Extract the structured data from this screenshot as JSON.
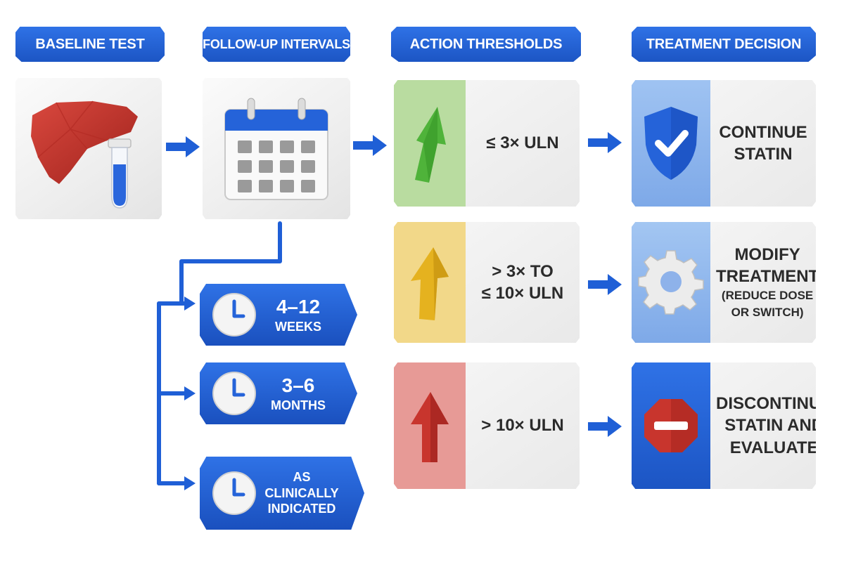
{
  "headers": {
    "baseline": "BASELINE TEST",
    "followup": "FOLLOW-UP INTERVALS",
    "thresholds": "ACTION THRESHOLDS",
    "decision": "TREATMENT DECISION"
  },
  "intervals": [
    {
      "line1": "4–12",
      "line2": "WEEKS"
    },
    {
      "line1": "3–6",
      "line2": "MONTHS"
    },
    {
      "line1": "AS",
      "line2": "CLINICALLY",
      "line3": "INDICATED"
    }
  ],
  "thresholds": [
    {
      "line1": "≤ 3× ULN",
      "color": "#b9dca0",
      "arrow": "#4fb33a"
    },
    {
      "line1": "> 3× to",
      "line2": "≤ 10× ULN",
      "color": "#f2d889",
      "arrow": "#e5b21f"
    },
    {
      "line1": "> 10× ULN",
      "color": "#e79a96",
      "arrow": "#c8352d"
    }
  ],
  "decisions": [
    {
      "line1": "CONTINUE",
      "line2": "STATIN",
      "icon": "shield-check-icon"
    },
    {
      "line1": "MODIFY",
      "line2": "TREATMENT",
      "line3": "(REDUCE DOSE",
      "line4": "OR SWITCH)",
      "icon": "gear-icon"
    },
    {
      "line1": "DISCONTINUE",
      "line2": "STATIN AND",
      "line3": "EVALUATE",
      "icon": "stop-icon"
    }
  ],
  "colors": {
    "primary_blue": "#2563d9",
    "liver_red": "#c8352d",
    "panel_gray": "#ededed"
  }
}
